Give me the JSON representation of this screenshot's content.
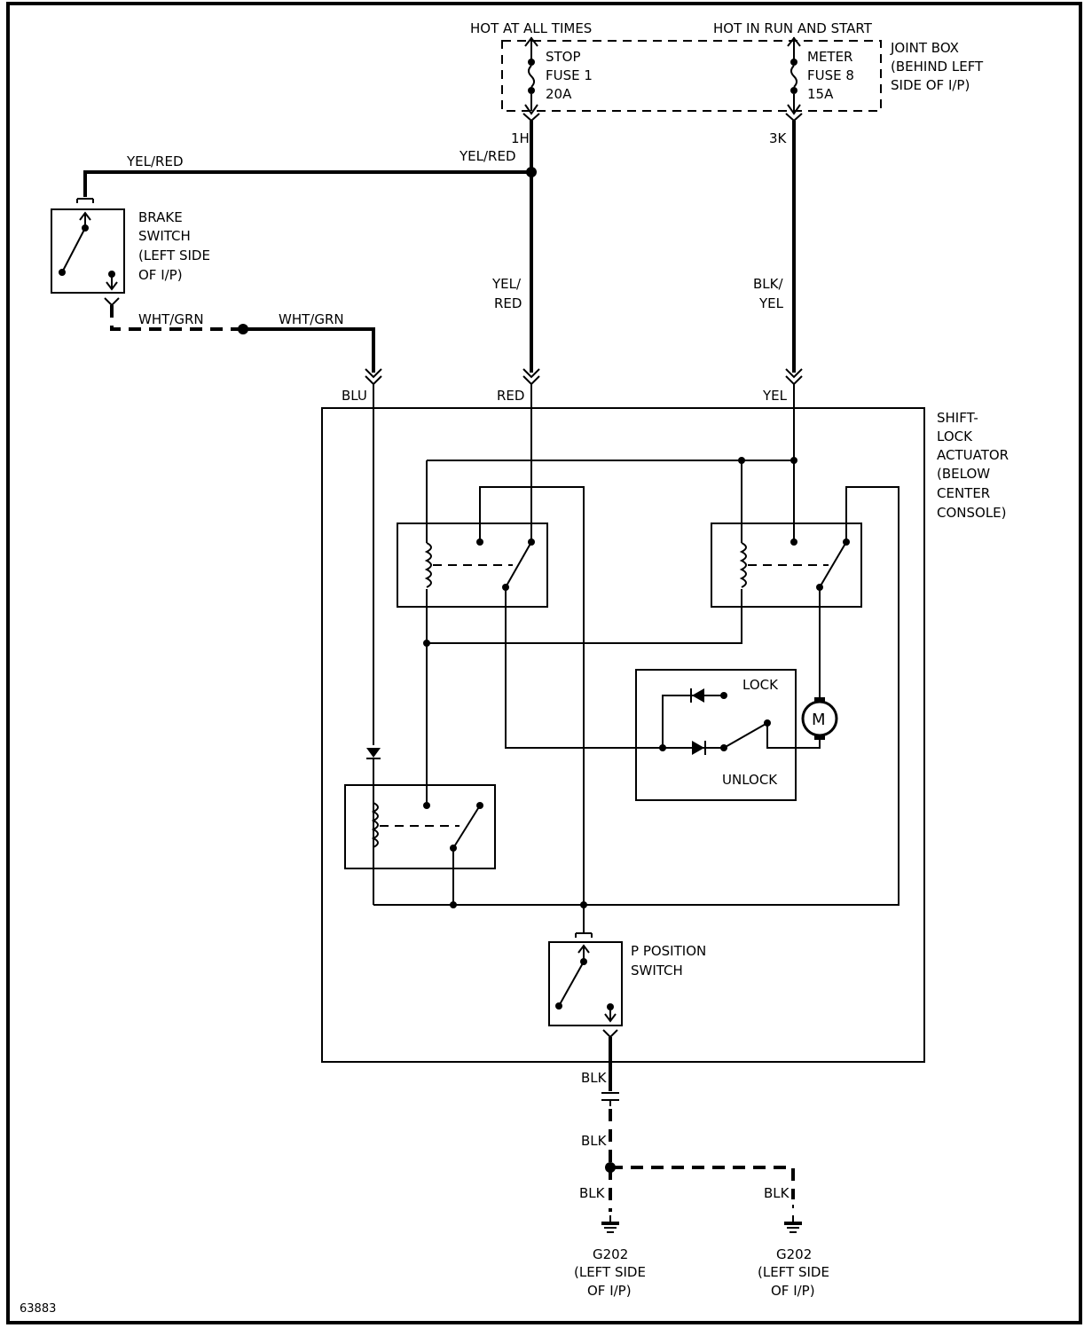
{
  "labels": {
    "hot_at_all_times": "HOT AT ALL TIMES",
    "hot_in_run_and_start": "HOT IN RUN AND START",
    "joint_box": [
      "JOINT BOX",
      "(BEHIND LEFT",
      "SIDE OF I/P)"
    ],
    "stop_fuse": [
      "STOP",
      "FUSE 1",
      "20A"
    ],
    "meter_fuse": [
      "METER",
      "FUSE 8",
      "15A"
    ],
    "conn_1h": "1H",
    "conn_3k": "3K",
    "wire_yel_red_left": "YEL/RED",
    "wire_yel_red_right": "YEL/RED",
    "brake_switch": [
      "BRAKE",
      "SWITCH",
      "(LEFT SIDE",
      "OF I/P)"
    ],
    "wire_yel_red_vertical": [
      "YEL/",
      "RED"
    ],
    "wire_blk_yel_vertical": [
      "BLK/",
      "YEL"
    ],
    "wire_wht_grn_left": "WHT/GRN",
    "wire_wht_grn_right": "WHT/GRN",
    "pin_blu": "BLU",
    "pin_red": "RED",
    "pin_yel": "YEL",
    "shift_lock_actuator": [
      "SHIFT-",
      "LOCK",
      "ACTUATOR",
      "(BELOW",
      "CENTER",
      "CONSOLE)"
    ],
    "lock": "LOCK",
    "unlock": "UNLOCK",
    "motor": "M",
    "p_position_switch": [
      "P POSITION",
      "SWITCH"
    ],
    "wire_blk_1": "BLK",
    "wire_blk_2": "BLK",
    "wire_blk_3": "BLK",
    "wire_blk_4": "BLK",
    "ground_left": [
      "G202",
      "(LEFT SIDE",
      "OF I/P)"
    ],
    "ground_right": [
      "G202",
      "(LEFT SIDE",
      "OF I/P)"
    ],
    "figure_id": "63883"
  }
}
